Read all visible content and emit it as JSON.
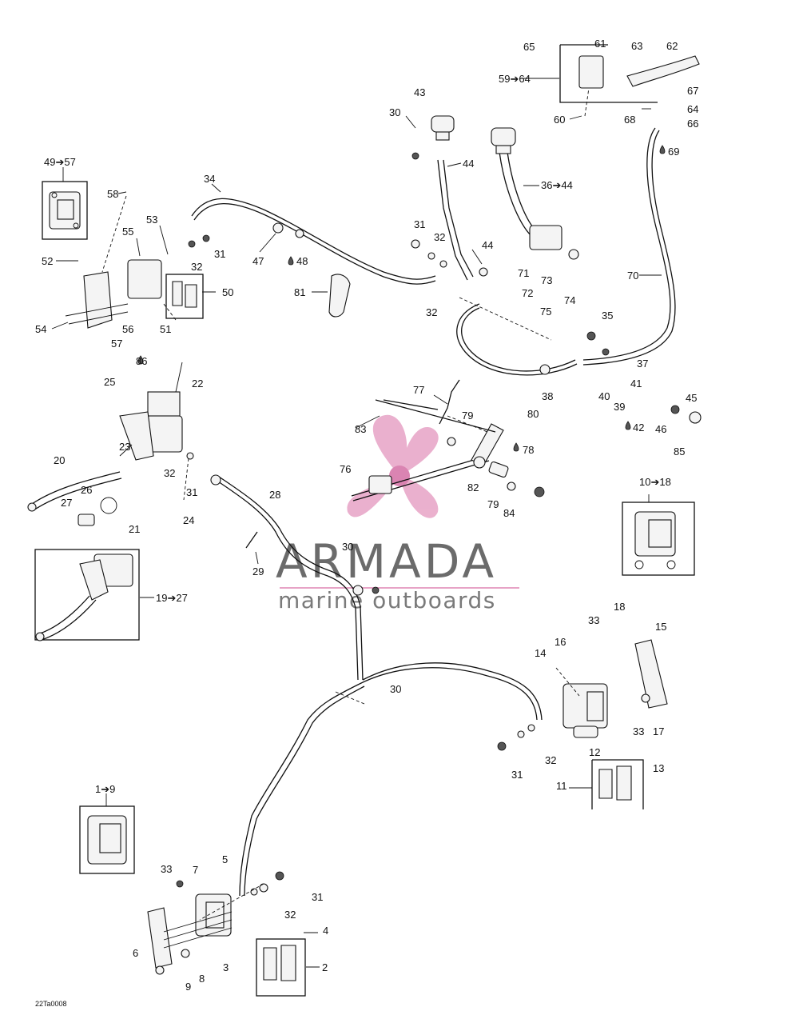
{
  "diagram_code": "22Ta0008",
  "watermark": {
    "brand": "ARMADA",
    "tagline": "marine outboards",
    "accent_color": "#e7a3c6",
    "text_color": "#6b6b6b"
  },
  "callouts": [
    {
      "id": "c1",
      "text": "49➔57"
    },
    {
      "id": "c2",
      "text": "58"
    },
    {
      "id": "c3",
      "text": "53"
    },
    {
      "id": "c4",
      "text": "55"
    },
    {
      "id": "c5",
      "text": "52"
    },
    {
      "id": "c6",
      "text": "32"
    },
    {
      "id": "c7",
      "text": "31"
    },
    {
      "id": "c8",
      "text": "50"
    },
    {
      "id": "c9",
      "text": "54"
    },
    {
      "id": "c10",
      "text": "56"
    },
    {
      "id": "c11",
      "text": "51"
    },
    {
      "id": "c12",
      "text": "57"
    },
    {
      "id": "c13",
      "text": "34"
    },
    {
      "id": "c14",
      "text": "47"
    },
    {
      "id": "c15",
      "text": "48"
    },
    {
      "id": "c16",
      "text": "81"
    },
    {
      "id": "c17",
      "text": "30"
    },
    {
      "id": "c18",
      "text": "43"
    },
    {
      "id": "c19",
      "text": "44"
    },
    {
      "id": "c20",
      "text": "31"
    },
    {
      "id": "c21",
      "text": "32"
    },
    {
      "id": "c22",
      "text": "44"
    },
    {
      "id": "c23",
      "text": "32"
    },
    {
      "id": "c24",
      "text": "36➔44"
    },
    {
      "id": "c25",
      "text": "65"
    },
    {
      "id": "c26",
      "text": "61"
    },
    {
      "id": "c27",
      "text": "63"
    },
    {
      "id": "c28",
      "text": "62"
    },
    {
      "id": "c29",
      "text": "59➔64"
    },
    {
      "id": "c30",
      "text": "67"
    },
    {
      "id": "c31",
      "text": "64"
    },
    {
      "id": "c32",
      "text": "60"
    },
    {
      "id": "c33",
      "text": "68"
    },
    {
      "id": "c34",
      "text": "66"
    },
    {
      "id": "c35",
      "text": "69"
    },
    {
      "id": "c36",
      "text": "70"
    },
    {
      "id": "c37",
      "text": "71"
    },
    {
      "id": "c38",
      "text": "72"
    },
    {
      "id": "c39",
      "text": "73"
    },
    {
      "id": "c40",
      "text": "75"
    },
    {
      "id": "c41",
      "text": "74"
    },
    {
      "id": "c42",
      "text": "35"
    },
    {
      "id": "c43",
      "text": "37"
    },
    {
      "id": "c44",
      "text": "38"
    },
    {
      "id": "c45",
      "text": "80"
    },
    {
      "id": "c46",
      "text": "41"
    },
    {
      "id": "c47",
      "text": "40"
    },
    {
      "id": "c48",
      "text": "39"
    },
    {
      "id": "c49",
      "text": "45"
    },
    {
      "id": "c50",
      "text": "42"
    },
    {
      "id": "c51",
      "text": "46"
    },
    {
      "id": "c52",
      "text": "85"
    },
    {
      "id": "c53",
      "text": "86"
    },
    {
      "id": "c54",
      "text": "22"
    },
    {
      "id": "c55",
      "text": "25"
    },
    {
      "id": "c56",
      "text": "23"
    },
    {
      "id": "c57",
      "text": "20"
    },
    {
      "id": "c58",
      "text": "32"
    },
    {
      "id": "c59",
      "text": "31"
    },
    {
      "id": "c60",
      "text": "26"
    },
    {
      "id": "c61",
      "text": "27"
    },
    {
      "id": "c62",
      "text": "21"
    },
    {
      "id": "c63",
      "text": "24"
    },
    {
      "id": "c64",
      "text": "77"
    },
    {
      "id": "c65",
      "text": "83"
    },
    {
      "id": "c66",
      "text": "79"
    },
    {
      "id": "c67",
      "text": "78"
    },
    {
      "id": "c68",
      "text": "76"
    },
    {
      "id": "c69",
      "text": "82"
    },
    {
      "id": "c70",
      "text": "79"
    },
    {
      "id": "c71",
      "text": "84"
    },
    {
      "id": "c72",
      "text": "10➔18"
    },
    {
      "id": "c73",
      "text": "28"
    },
    {
      "id": "c74",
      "text": "29"
    },
    {
      "id": "c75",
      "text": "30"
    },
    {
      "id": "c76",
      "text": "19➔27"
    },
    {
      "id": "c77",
      "text": "18"
    },
    {
      "id": "c78",
      "text": "33"
    },
    {
      "id": "c79",
      "text": "15"
    },
    {
      "id": "c80",
      "text": "14"
    },
    {
      "id": "c81",
      "text": "16"
    },
    {
      "id": "c82",
      "text": "30"
    },
    {
      "id": "c83",
      "text": "33"
    },
    {
      "id": "c84",
      "text": "17"
    },
    {
      "id": "c85",
      "text": "32"
    },
    {
      "id": "c86",
      "text": "12"
    },
    {
      "id": "c87",
      "text": "31"
    },
    {
      "id": "c88",
      "text": "11"
    },
    {
      "id": "c89",
      "text": "13"
    },
    {
      "id": "c90",
      "text": "1➔9"
    },
    {
      "id": "c91",
      "text": "33"
    },
    {
      "id": "c92",
      "text": "7"
    },
    {
      "id": "c93",
      "text": "5"
    },
    {
      "id": "c94",
      "text": "31"
    },
    {
      "id": "c95",
      "text": "32"
    },
    {
      "id": "c96",
      "text": "4"
    },
    {
      "id": "c97",
      "text": "6"
    },
    {
      "id": "c98",
      "text": "2"
    },
    {
      "id": "c99",
      "text": "9"
    },
    {
      "id": "c100",
      "text": "8"
    },
    {
      "id": "c101",
      "text": "3"
    }
  ]
}
